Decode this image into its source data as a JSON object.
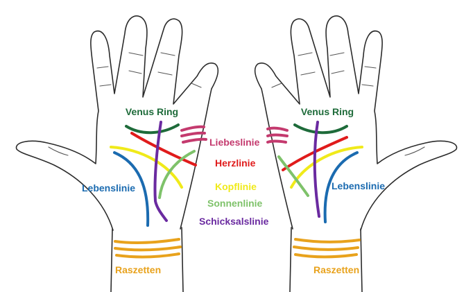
{
  "labels": {
    "venus_left": "Venus Ring",
    "venus_right": "Venus Ring",
    "liebeslinie": "Liebeslinie",
    "herzlinie": "Herzlinie",
    "kopflinie": "Kopflinie",
    "sonnenlinie": "Sonnenlinie",
    "schicksalslinie": "Schicksalslinie",
    "lebenslinie_left": "Lebenslinie",
    "lebenslinie_right": "Lebenslinie",
    "raszetten_left": "Raszetten",
    "raszetten_right": "Raszetten"
  },
  "colors": {
    "venus": "#1e6b3a",
    "liebeslinie": "#c43a6e",
    "herzlinie": "#e01b1b",
    "kopflinie": "#f0ea1a",
    "sonnenlinie": "#7ec26a",
    "schicksalslinie": "#6a2aa0",
    "lebenslinie": "#1b6bb0",
    "raszetten": "#e8a21c"
  }
}
